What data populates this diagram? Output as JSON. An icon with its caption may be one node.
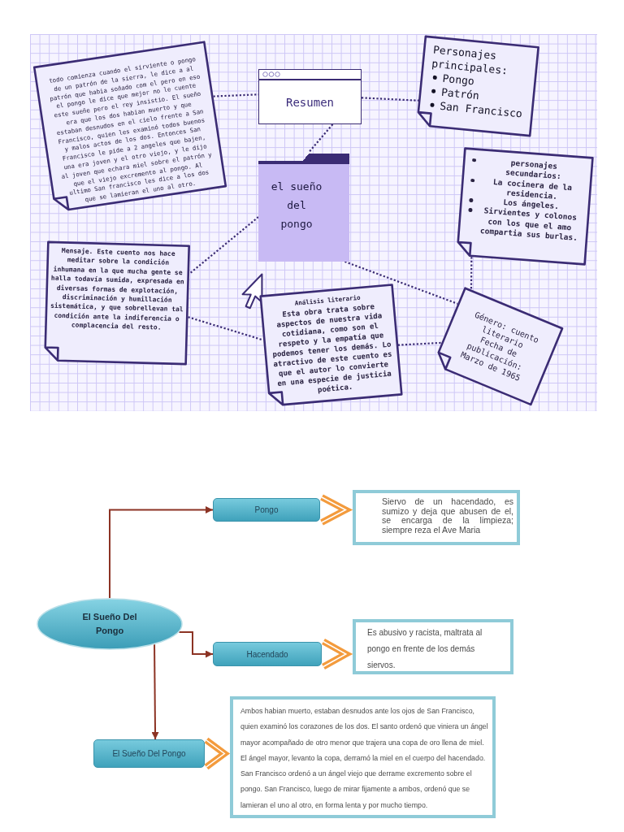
{
  "diagram": {
    "nodes": [
      {
        "text": [
          "todo comienza cuando el sirviente o pongo de un patrón de la sierra, le dice a al patrón que habia soñado com el pero en eso el pongo le dice que mejor no le cuente este sueñe pero el rey insistio. El sueño era que los dos habian muerto y que estaban desnudos en el cielo frente a San Francisco, quien les examinó todos buenos y malos actos de los dos. Entonces San Francisco le pide a 2 angeles que bajen, una era joven y el otro viejo, y le dijo al joven que echara miel sobre el patrón y que el viejo excremento al pongo. Al ultimo San francisco les dice a los dos que se lamieran el uno al otro."
        ]
      },
      {
        "text": [
          "Resumen"
        ]
      },
      {
        "text": [
          "Personajes principales:",
          "Pongo",
          "Patrón",
          "San Francisco"
        ]
      },
      {
        "text": [
          "el sueño del pongo"
        ]
      },
      {
        "text": [
          "personajes secundarios:",
          "La cocinera de la residencia.",
          "Los ángeles.",
          "Sirvientes y colonos con los que el amo compartia sus burlas."
        ]
      },
      {
        "text": [
          "Mensaje. Este cuento nos hace meditar sobre la condición inhumana en la que mucha gente se halla todavía sumida, expresada en diversas formas de explotación, discriminación y humillación sistemática, y que sobrellevan tal condición ante la indiferencia o complacencia del resto."
        ]
      },
      {
        "text": [
          "Análisis literario",
          "Esta obra trata sobre aspectos de nuestra vida cotidiana, como son el respeto y la empatía que podemos tener los demás. Lo atractivo de este cuento es que el autor lo convierte en una especie de justicia poética."
        ]
      },
      {
        "text": [
          "Género: cuento literario",
          "Fecha de publicación: Marzo de 1965"
        ]
      },
      {
        "text": [
          "El Sueño Del Pongo"
        ]
      },
      {
        "text": [
          "Pongo"
        ]
      },
      {
        "text": [
          "Siervo de un hacendado, es sumizo y deja que abusen de el, se encarga de la limpieza; siempre reza el Ave Maria"
        ]
      },
      {
        "text": [
          "Hacendado"
        ]
      },
      {
        "text": [
          "Es abusivo y racista, maltrata al pongo en frente de los demás siervos."
        ]
      },
      {
        "text": [
          "El Sueño Del Pongo"
        ]
      },
      {
        "text": [
          "Ambos habian muerto, estaban desnudos ante los ojos de San Francisco, quien examinó los corazones de los dos. El santo ordenó que viniera un ángel mayor acompañado de otro menor que trajera una copa de oro llena de miel. El ángel mayor, levanto la copa, derramó la miel en el cuerpo del hacendado. San Francisco ordenó a un ángel viejo que derrame excremento sobre el pongo. San Francisco, luego de mirar fijamente a ambos, ordenó que se lamieran el uno al otro, en forma lenta y por mucho tiempo."
        ]
      }
    ],
    "edges": [
      {
        "from": 0,
        "to": 1,
        "arrow": "none",
        "style": "dashed"
      },
      {
        "from": 1,
        "to": 2,
        "arrow": "none",
        "style": "dashed"
      },
      {
        "from": 1,
        "to": 3,
        "arrow": "none",
        "style": "dashed"
      },
      {
        "from": 3,
        "to": 5,
        "arrow": "none",
        "style": "dashed"
      },
      {
        "from": 5,
        "to": 6,
        "arrow": "none",
        "style": "dashed"
      },
      {
        "from": 3,
        "to": 7,
        "arrow": "none",
        "style": "dashed"
      },
      {
        "from": 6,
        "to": 7,
        "arrow": "none",
        "style": "dashed"
      },
      {
        "from": 4,
        "to": 7,
        "arrow": "none",
        "style": "dashed"
      },
      {
        "from": 8,
        "to": 9,
        "arrow": "to",
        "color": "#8c3324"
      },
      {
        "from": 8,
        "to": 11,
        "arrow": "to",
        "color": "#8c3324"
      },
      {
        "from": 8,
        "to": 13,
        "arrow": "to",
        "color": "#8c3324"
      },
      {
        "from": 9,
        "to": 10,
        "arrow": "to",
        "style": "thick",
        "color": "#f39b3d"
      },
      {
        "from": 11,
        "to": 12,
        "arrow": "to",
        "style": "thick",
        "color": "#f39b3d"
      },
      {
        "from": 13,
        "to": 14,
        "arrow": "to",
        "style": "thick",
        "color": "#f39b3d"
      }
    ]
  }
}
